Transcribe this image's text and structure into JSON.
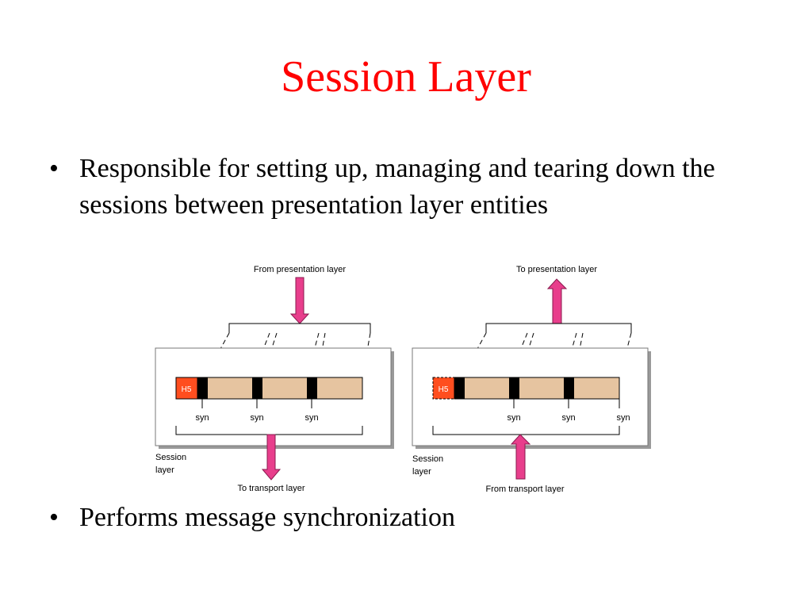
{
  "slide": {
    "title": "Session Layer",
    "bullets": [
      "Responsible for setting up, managing and tearing down the sessions between presentation layer entities",
      "Performs message synchronization"
    ]
  },
  "diagram": {
    "left": {
      "top_label": "From presentation layer",
      "bottom_label": "To transport layer",
      "layer_label_line1": "Session",
      "layer_label_line2": "layer",
      "header_label": "H5",
      "syn_labels": [
        "syn",
        "syn",
        "syn"
      ]
    },
    "right": {
      "top_label": "To presentation layer",
      "bottom_label": "From transport layer",
      "layer_label_line1": "Session",
      "layer_label_line2": "layer",
      "header_label": "H5",
      "syn_labels": [
        "syn",
        "syn",
        "syn"
      ]
    },
    "colors": {
      "arrow": "#e83e8c",
      "header": "#ff4e1f",
      "data_unit": "#e6c4a0",
      "syn_point": "#000000",
      "box_shadow": "#999999"
    }
  }
}
